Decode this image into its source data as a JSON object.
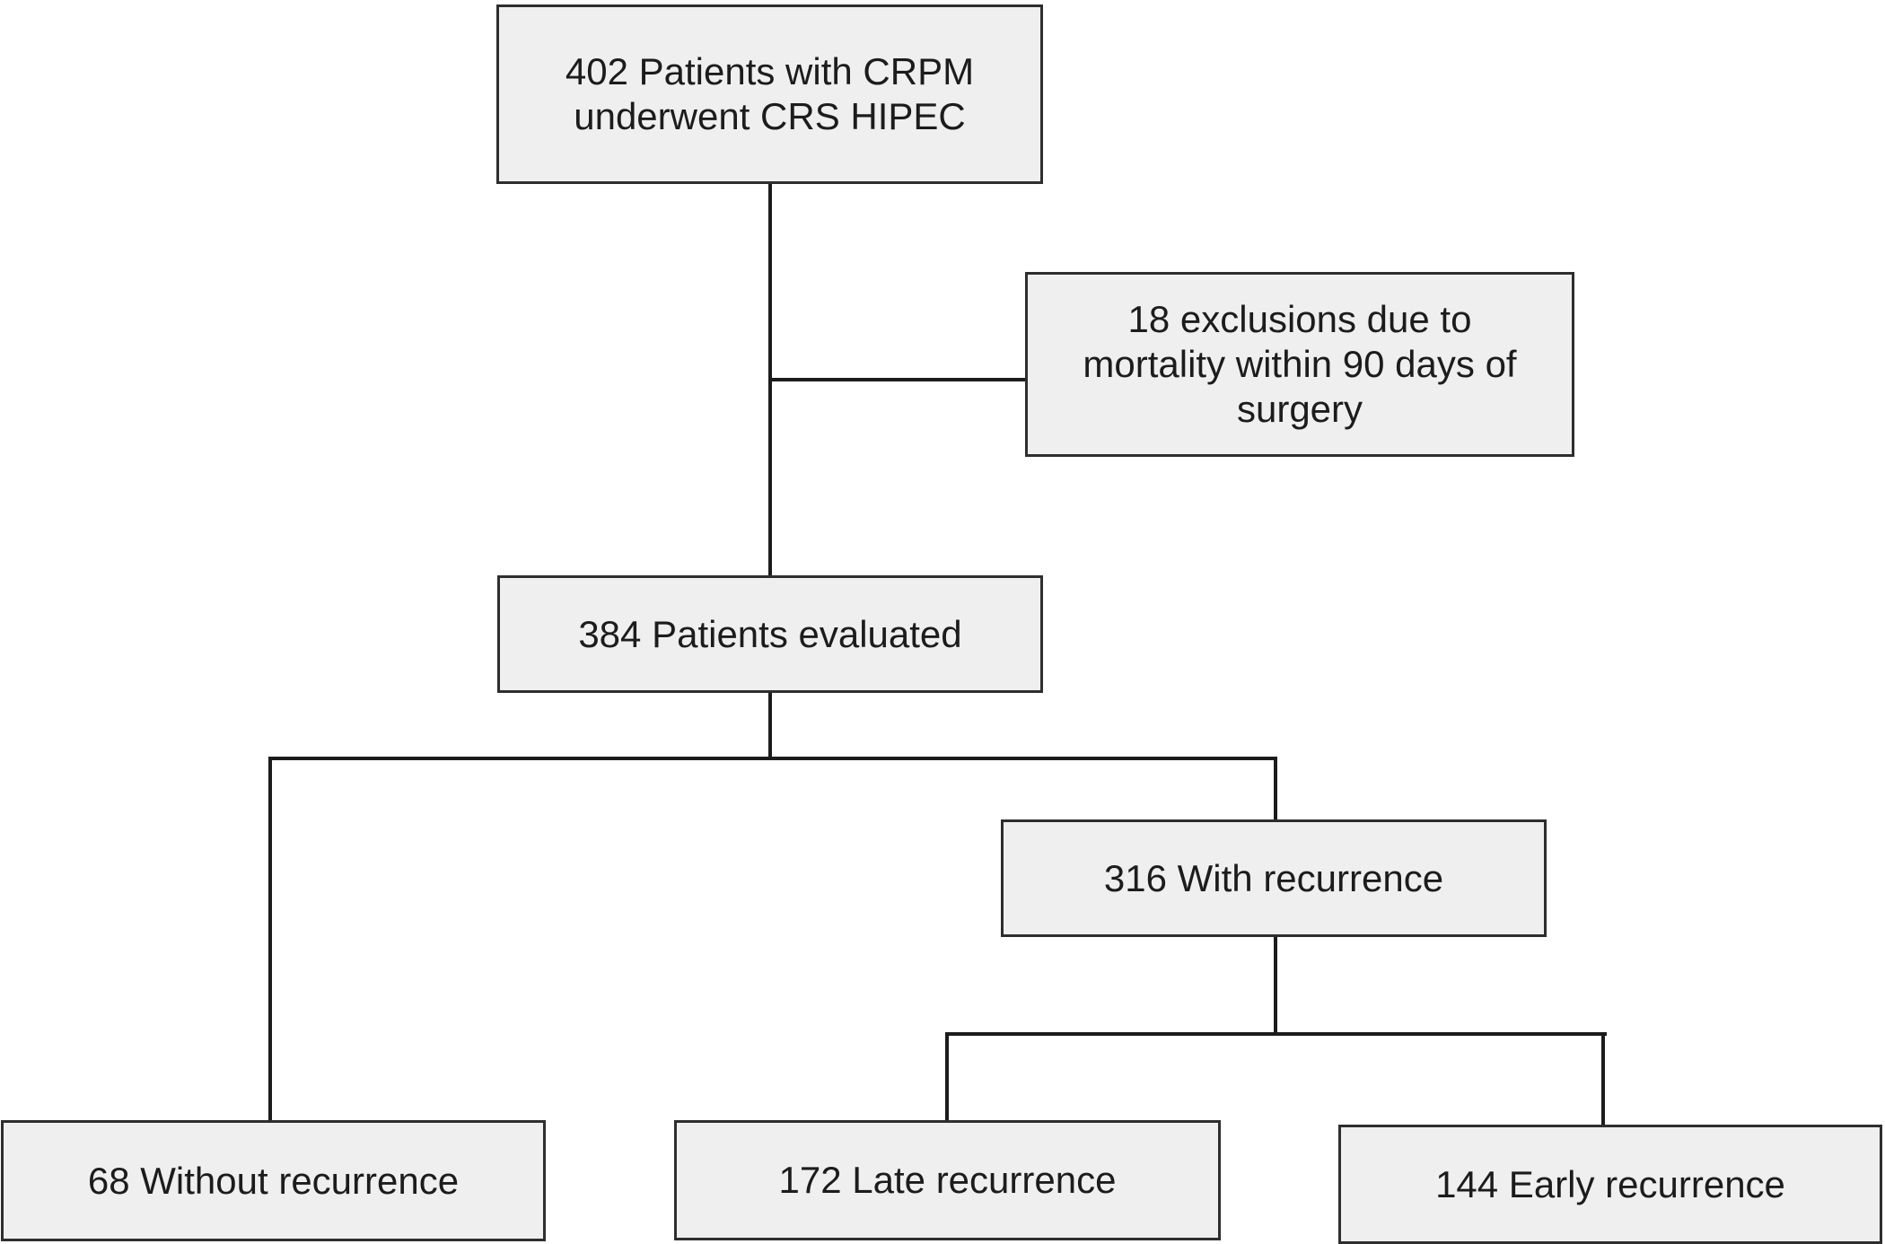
{
  "diagram": {
    "type": "patient-flowchart",
    "colors": {
      "background": "#ffffff",
      "box_fill": "#efefef",
      "box_border": "#2e2e2e",
      "connector": "#1c1c1c",
      "text": "#1c1c1c"
    },
    "nodes": [
      {
        "id": "crpm-crs-hipec",
        "count": 402,
        "lines": [
          "402 Patients with CRPM",
          "underwent CRS HIPEC"
        ]
      },
      {
        "id": "exclusions-90day-mortality",
        "count": 18,
        "lines": [
          "18 exclusions due to",
          "mortality within 90 days of",
          "surgery"
        ]
      },
      {
        "id": "patients-evaluated",
        "count": 384,
        "lines": [
          "384 Patients evaluated"
        ]
      },
      {
        "id": "with-recurrence",
        "count": 316,
        "lines": [
          "316 With recurrence"
        ]
      },
      {
        "id": "without-recurrence",
        "count": 68,
        "lines": [
          "68 Without recurrence"
        ]
      },
      {
        "id": "late-recurrence",
        "count": 172,
        "lines": [
          "172 Late recurrence"
        ]
      },
      {
        "id": "early-recurrence",
        "count": 144,
        "lines": [
          "144 Early recurrence"
        ]
      }
    ],
    "edges": [
      {
        "from": "crpm-crs-hipec",
        "to": "patients-evaluated"
      },
      {
        "from": "crpm-crs-hipec",
        "to": "exclusions-90day-mortality",
        "style": "side-branch"
      },
      {
        "from": "patients-evaluated",
        "to": "without-recurrence"
      },
      {
        "from": "patients-evaluated",
        "to": "with-recurrence"
      },
      {
        "from": "with-recurrence",
        "to": "late-recurrence"
      },
      {
        "from": "with-recurrence",
        "to": "early-recurrence"
      }
    ]
  }
}
